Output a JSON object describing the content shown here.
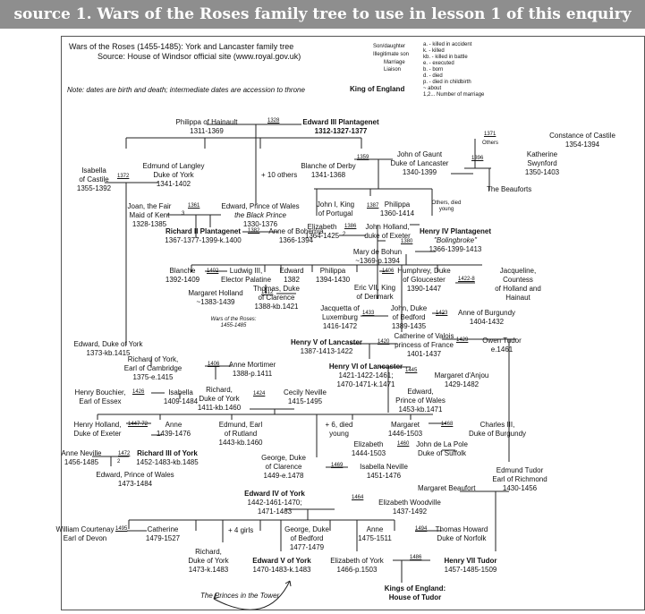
{
  "banner": "source 1. Wars of the Roses family tree to use in lesson 1 of this enquiry",
  "header": {
    "title": "Wars of the Roses (1455-1485): York and Lancaster family tree",
    "source": "Source: House of Windsor official site (www.royal.gov.uk)",
    "note": "Note: dates are birth and death; intermediate dates are accession to throne"
  },
  "legend": {
    "son_daughter": "Son/daughter",
    "illegitimate": "Illegitimate son",
    "marriage": "Marriage",
    "liaison": "Liaison",
    "king": "King of England",
    "abbrev": [
      "a. - killed in accident",
      "k. - killed",
      "kb. - killed in battle",
      "e. - executed",
      "b. - born",
      "d. - died",
      "p. - died in childbirth",
      "~ about",
      "1,2... Number of marriage"
    ]
  },
  "people": {
    "philippa": [
      "Philippa of Hainault",
      "1311-1369"
    ],
    "edward3": [
      "Edward III Plantagenet",
      "1312-1327-1377"
    ],
    "constance": [
      "Constance of Castile",
      "1354-1394"
    ],
    "others": "Others",
    "isabella_castile": [
      "Isabella",
      "of Castile",
      "1355-1392"
    ],
    "edmund_langley": [
      "Edmund of Langley",
      "Duke of York",
      "1341-1402"
    ],
    "ten_others": "+ 10 others",
    "blanche_derby": [
      "Blanche of Derby",
      "1341-1368"
    ],
    "john_gaunt": [
      "John of Gaunt",
      "Duke of Lancaster",
      "1340-1399"
    ],
    "katherine": [
      "Katherine",
      "Swynford",
      "1350-1403"
    ],
    "beauforts": "The Beauforts",
    "joan": [
      "Joan, the Fair",
      "Maid of Kent",
      "1328-1385"
    ],
    "black_prince": [
      "Edward, Prince of Wales",
      "the Black Prince",
      "1330-1376"
    ],
    "john1": [
      "John I, King",
      "of Portugal"
    ],
    "philippa2": [
      "Philippa",
      "1360-1414"
    ],
    "others_young": [
      "Others, died",
      "young"
    ],
    "elizabeth": [
      "Elizabeth",
      "1364-1425"
    ],
    "john_holland": [
      "John Holland,",
      "duke of Exeter"
    ],
    "richard2": [
      "Richard II Plantagenet",
      "1367-1377-1399-k.1400"
    ],
    "anne_bohemia": [
      "Anne of Bohemia",
      "1366-1394"
    ],
    "henry4": [
      "Henry IV Plantagenet",
      "\"Bolingbroke\"",
      "1366-1399-1413"
    ],
    "mary_bohun": [
      "Mary de Bohun",
      "~1369-p.1394"
    ],
    "blanche2": [
      "Blanche",
      "1392-1409"
    ],
    "ludwig": [
      "Ludwig III,",
      "Elector Palatine"
    ],
    "edward1382": [
      "Edward",
      "1382"
    ],
    "philippa3": [
      "Philippa",
      "1394-1430"
    ],
    "eric": [
      "Eric VII, King",
      "of Denmark"
    ],
    "humphrey": [
      "Humphrey, Duke",
      "of Gloucester",
      "1390-1447"
    ],
    "jacqueline": [
      "Jacqueline,",
      "Countess",
      "of Holland and",
      "Hainaut"
    ],
    "margaret_holland": [
      "Margaret Holland",
      "~1383-1439"
    ],
    "thomas_clarence": [
      "Thomas, Duke",
      "of Clarence",
      "1388-kb.1421"
    ],
    "wars_label": [
      "Wars of the Roses:",
      "1455-1485"
    ],
    "jacquetta": [
      "Jacquetta of",
      "Luxemburg",
      "1416-1472"
    ],
    "john_bedford": [
      "John, Duke",
      "of Bedford",
      "1389-1435"
    ],
    "anne_burgundy": [
      "Anne of Burgundy",
      "1404-1432"
    ],
    "edward_york": [
      "Edward, Duke of York",
      "1373-kb.1415"
    ],
    "henry5": [
      "Henry V of Lancaster",
      "1387-1413-1422"
    ],
    "catherine_valois": [
      "Catherine of Valois",
      "princess of France",
      "1401-1437"
    ],
    "owen_tudor": [
      "Owen Tudor",
      "e.1461"
    ],
    "richard_york": [
      "Richard of York,",
      "Earl of Cambridge",
      "1375-e.1415"
    ],
    "anne_mortimer": [
      "Anne Mortimer",
      "1388-p.1411"
    ],
    "henry6": [
      "Henry VI of Lancaster",
      "1421-1422-1461;",
      "1470-1471-k.1471"
    ],
    "margaret_anjou": [
      "Margaret d'Anjou",
      "1429-1482"
    ],
    "henry_bouchier": [
      "Henry Bouchier,",
      "Earl of Essex"
    ],
    "isabella2": [
      "Isabella",
      "1409-1484"
    ],
    "richard_duke": [
      "Richard,",
      "Duke of York",
      "1411-kb.1460"
    ],
    "cecily": [
      "Cecily Neville",
      "1415-1495"
    ],
    "edward_pow": [
      "Edward,",
      "Prince of Wales",
      "1453-kb.1471"
    ],
    "henry_holland": [
      "Henry Holland,",
      "Duke of Exeter"
    ],
    "anne2": [
      "Anne",
      "1439-1476"
    ],
    "edmund_rutland": [
      "Edmund, Earl",
      "of Rutland",
      "1443-kb.1460"
    ],
    "six_died": [
      "+ 6, died",
      "young"
    ],
    "margaret2": [
      "Margaret",
      "1446-1503"
    ],
    "charles3": [
      "Charles III,",
      "Duke of Burgundy"
    ],
    "elizabeth2": [
      "Elizabeth",
      "1444-1503"
    ],
    "john_pole": [
      "John de La Pole",
      "Duke of Suffolk"
    ],
    "anne_neville": [
      "Anne Neville",
      "1456-1485"
    ],
    "richard3": [
      "Richard III of York",
      "1452-1483-kb.1485"
    ],
    "george_clarence": [
      "George, Duke",
      "of Clarence",
      "1449-e.1478"
    ],
    "isabella_neville": [
      "Isabella Neville",
      "1451-1476"
    ],
    "edward_pow2": [
      "Edward, Prince of Wales",
      "1473-1484"
    ],
    "edmund_tudor": [
      "Edmund Tudor",
      "Earl of Richmond",
      "1430-1456"
    ],
    "margaret_beaufort": "Margaret Beaufort",
    "edward4": [
      "Edward IV of York",
      "1442-1461-1470;",
      "1471-1483"
    ],
    "elizabeth_woodville": [
      "Elizabeth Woodville",
      "1437-1492"
    ],
    "william_courtenay": [
      "William Courtenay",
      "Earl of Devon"
    ],
    "catherine": [
      "Catherine",
      "1479-1527"
    ],
    "four_girls": "+ 4 girls",
    "george_bedford": [
      "George, Duke",
      "of Bedford",
      "1477-1479"
    ],
    "anne3": [
      "Anne",
      "1475-1511"
    ],
    "thomas_howard": [
      "Thomas Howard",
      "Duke of Norfolk"
    ],
    "richard_yorkj": [
      "Richard,",
      "Duke of York",
      "1473-k.1483"
    ],
    "edward5": [
      "Edward V of York",
      "1470-1483-k.1483"
    ],
    "elizabeth_york": [
      "Elizabeth of York",
      "1466-p.1503"
    ],
    "henry7": [
      "Henry VII Tudor",
      "1457-1485-1509"
    ],
    "princes": "The Princes in the Tower",
    "kings_tudor": [
      "Kings of England:",
      "House of Tudor"
    ]
  },
  "marriage_years": {
    "m1328": "1328",
    "m1371": "1371",
    "m1372": "1372",
    "m1359": "1359",
    "m1396": "1396",
    "m1361": "1361",
    "m1387": "1387",
    "m1386": "1386",
    "m1382": "1382",
    "m1380": "1380",
    "m1402": "1402",
    "m1406": "1406",
    "m1422": "1422-8",
    "m1412": "1412",
    "m1433": "1433",
    "m1423": "1423",
    "m1420": "1420",
    "m1429": "1429",
    "m1406b": "1406",
    "m1445": "1445",
    "m1426": "1426",
    "m1424": "1424",
    "m1447": "1447-72",
    "m1468": "1468",
    "m1460": "1460",
    "m1472": "1472",
    "m1469": "1469",
    "m1464": "1464",
    "m1495": "1495",
    "m1494": "1494",
    "m1486": "1486"
  },
  "marriage_numbers": {
    "n3": "3",
    "n2a": "2",
    "n2b": "2"
  }
}
